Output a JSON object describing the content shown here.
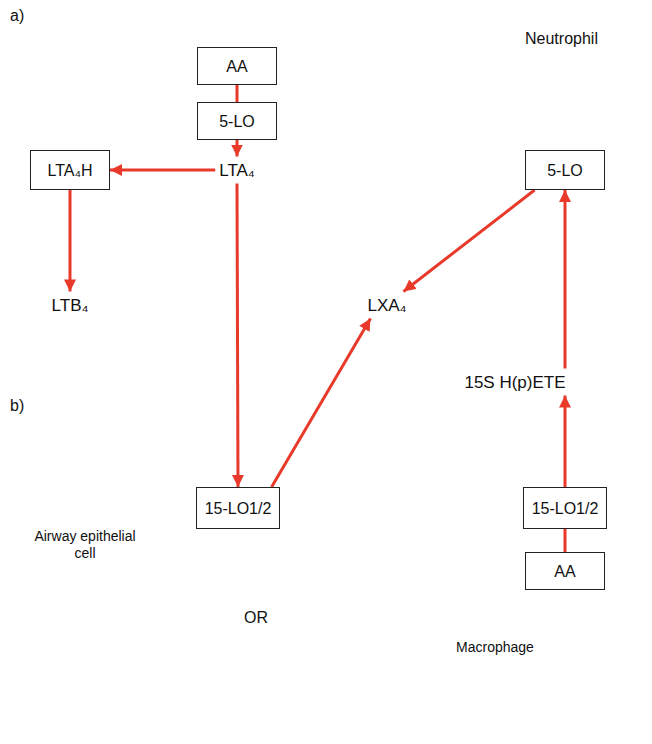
{
  "diagram": {
    "nodes": [
      {
        "text": [
          "Neutrophil"
        ]
      },
      {
        "text": [
          "AA"
        ],
        "in": 0
      },
      {
        "text": [
          "5-LO"
        ],
        "in": 0
      },
      {
        "text": [
          "LTA₄"
        ],
        "in": 0
      },
      {
        "text": [
          "LTA₄H"
        ],
        "in": 0
      },
      {
        "text": [
          "5-LO"
        ],
        "in": 0
      },
      {
        "text": [
          "LTB₄"
        ]
      },
      {
        "text": [
          "LXA₄"
        ]
      },
      {
        "text": [
          "15S H(p)ETE"
        ]
      },
      {
        "text": [
          "Airway epithelial cell"
        ]
      },
      {
        "text": [
          "Macrophage"
        ]
      },
      {
        "text": [
          "15-LO1/2"
        ]
      },
      {
        "text": [
          "15-LO1/2"
        ]
      },
      {
        "text": [
          "AA"
        ]
      }
    ],
    "edges": [
      {
        "from": 1,
        "to": 2,
        "arrow": "none"
      },
      {
        "from": 2,
        "to": 3,
        "arrow": "to"
      },
      {
        "from": 3,
        "to": 4,
        "arrow": "to"
      },
      {
        "from": 4,
        "to": 6,
        "arrow": "to"
      },
      {
        "from": 3,
        "to": 11,
        "arrow": "to"
      },
      {
        "from": 11,
        "to": 7,
        "arrow": "to"
      },
      {
        "from": 5,
        "to": 7,
        "arrow": "to"
      },
      {
        "from": 13,
        "to": 12,
        "arrow": "none"
      },
      {
        "from": 12,
        "to": 8,
        "arrow": "to"
      },
      {
        "from": 8,
        "to": 5,
        "arrow": "to"
      }
    ],
    "labels": [
      "a)",
      "b)",
      "OR"
    ]
  }
}
